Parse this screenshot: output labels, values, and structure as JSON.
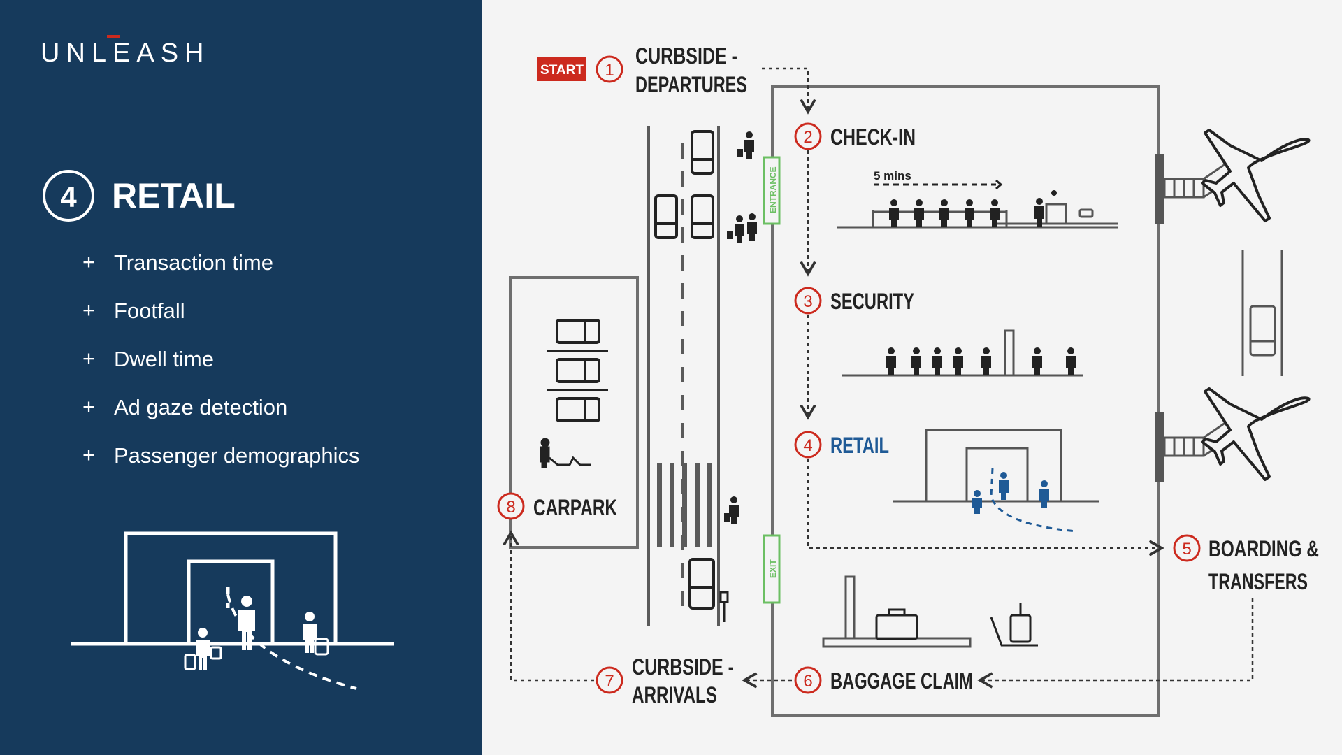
{
  "brand": {
    "logo_text": "UNLEASH"
  },
  "sidebar": {
    "section_number": "4",
    "section_title": "RETAIL",
    "metrics": [
      {
        "bullet": "+",
        "label": "Transaction time"
      },
      {
        "bullet": "+",
        "label": "Footfall"
      },
      {
        "bullet": "+",
        "label": "Dwell time"
      },
      {
        "bullet": "+",
        "label": "Ad gaze detection"
      },
      {
        "bullet": "+",
        "label": "Passenger demographics"
      }
    ]
  },
  "diagram": {
    "start_badge": "START",
    "steps": [
      {
        "number": "1",
        "line1": "CURBSIDE -",
        "line2": "DEPARTURES",
        "highlight": false
      },
      {
        "number": "2",
        "line1": "CHECK-IN",
        "line2": "",
        "highlight": false
      },
      {
        "number": "3",
        "line1": "SECURITY",
        "line2": "",
        "highlight": false
      },
      {
        "number": "4",
        "line1": "RETAIL",
        "line2": "",
        "highlight": true
      },
      {
        "number": "5",
        "line1": "BOARDING &",
        "line2": "TRANSFERS",
        "highlight": false
      },
      {
        "number": "6",
        "line1": "BAGGAGE CLAIM",
        "line2": "",
        "highlight": false
      },
      {
        "number": "7",
        "line1": "CURBSIDE -",
        "line2": "ARRIVALS",
        "highlight": false
      },
      {
        "number": "8",
        "line1": "CARPARK",
        "line2": "",
        "highlight": false
      }
    ],
    "queue_time_label": "5 mins",
    "entrance_label": "ENTRANCE",
    "exit_label": "EXIT"
  },
  "colors": {
    "sidebar_bg": "#163a5c",
    "canvas_bg": "#f4f4f4",
    "accent_red": "#cc2a1e",
    "highlight_blue": "#1f5a96",
    "line_gray": "#6e6e6e",
    "icon_dark": "#222222",
    "door_green": "#6cbf63"
  }
}
